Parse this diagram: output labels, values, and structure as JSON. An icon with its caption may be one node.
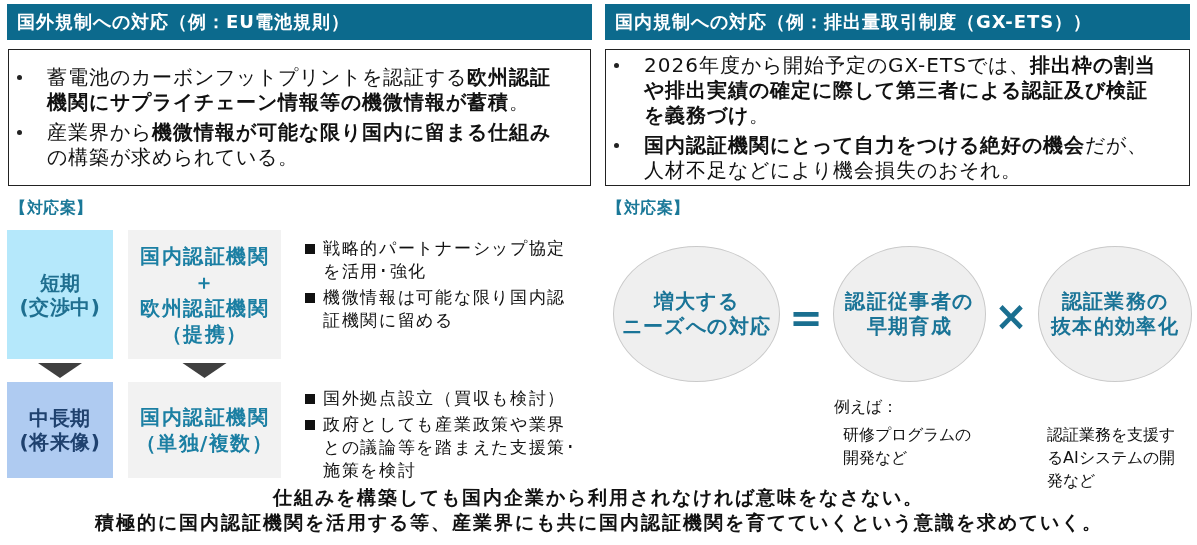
{
  "diagram": {
    "nodes": [
      {
        "text": [
          "国外規制への対応（例：EU電池規則）"
        ]
      },
      {
        "text": [
          "蓄電池のカーボンフットプリントを認証する**欧州認証機関にサプライチェーン情報等の機微情報が蓄積**。",
          "産業界から**機微情報が可能な限り国内に留まる仕組み**の構築が求められている。"
        ]
      },
      {
        "text": [
          "短期(交渉中)"
        ]
      },
      {
        "text": [
          "国内認証機関＋欧州認証機関（提携）"
        ],
        "beside": [
          "戦略的パートナーシップ協定を活用･強化",
          "機微情報は可能な限り国内認証機関に留める"
        ]
      },
      {
        "text": [
          "中長期(将来像)"
        ]
      },
      {
        "text": [
          "国内認証機関（単独/複数）"
        ],
        "beside": [
          "国外拠点設立（買収も検討）",
          "政府としても産業政策や業界との議論等を踏まえた支援策･施策を検討"
        ]
      },
      {
        "text": [
          "国内規制への対応（例：排出量取引制度（GX-ETS））"
        ]
      },
      {
        "text": [
          "2026年度から開始予定のGX-ETSでは、**排出枠の割当や排出実績の確定に際して第三者による認証及び検証を義務づけ**。",
          "**国内認証機関にとって自力をつける絶好の機会**だが、人材不足などにより機会損失のおそれ。"
        ]
      },
      {
        "text": [
          "増大するニーズへの対応"
        ]
      },
      {
        "text": [
          "認証従事者の早期育成"
        ],
        "beside": [
          "研修プログラムの開発など"
        ]
      },
      {
        "text": [
          "認証業務の抜本的効率化"
        ],
        "beside": [
          "認証業務を支援するAIシステムの開発など"
        ]
      }
    ],
    "edges": [
      {
        "from": 2,
        "to": 4,
        "arrow": "to"
      },
      {
        "from": 3,
        "to": 5,
        "arrow": "to"
      }
    ],
    "labels": [
      "【対応案】",
      "【対応案】",
      "=",
      "×",
      "例えば：",
      "仕組みを構築しても国内企業から利用されなければ意味をなさない。",
      "積極的に国内認証機関を活用する等、産業界にも共に国内認証機関を育てていくという意識を求めていく。"
    ]
  }
}
